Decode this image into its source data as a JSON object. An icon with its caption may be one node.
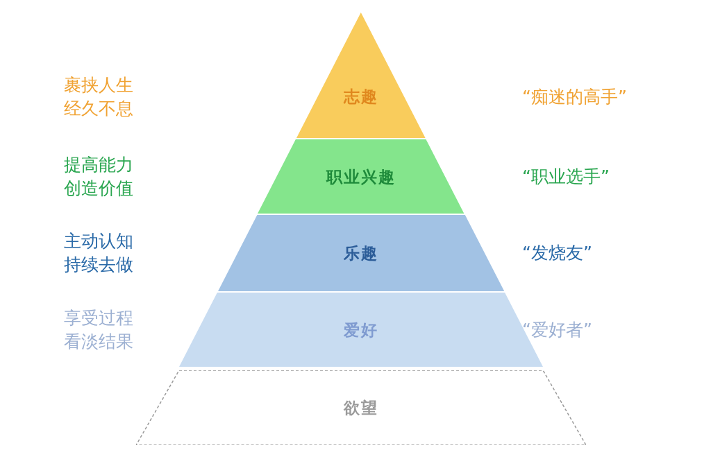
{
  "diagram": {
    "nodes": [
      {
        "text": [
          "志趣"
        ]
      },
      {
        "text": [
          "职业兴趣"
        ]
      },
      {
        "text": [
          "乐趣"
        ]
      },
      {
        "text": [
          "爱好"
        ]
      },
      {
        "text": [
          "欲望"
        ]
      }
    ],
    "labels": [
      "裹挟人生经久不息",
      "“痴迷的高手”",
      "提高能力创造价值",
      "“职业选手”",
      "主动认知持续去做",
      "“发烧友”",
      "享受过程看淡结果",
      "“爱好者”"
    ]
  }
}
